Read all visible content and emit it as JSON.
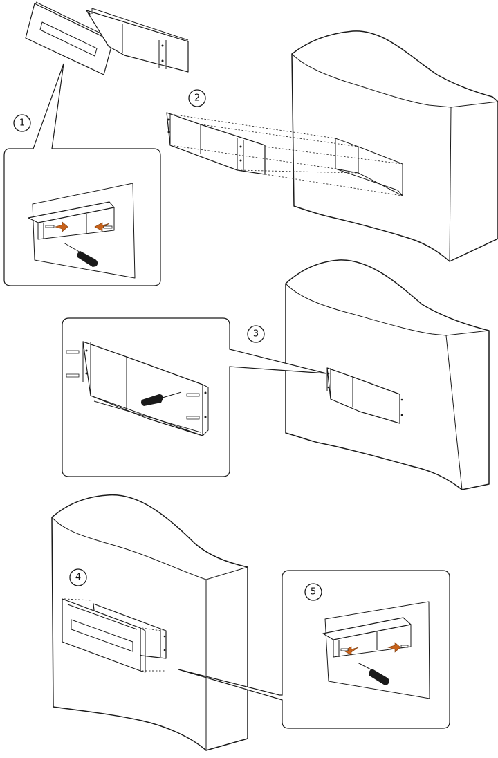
{
  "steps": [
    {
      "label": "1"
    },
    {
      "label": "2"
    },
    {
      "label": "3"
    },
    {
      "label": "4"
    },
    {
      "label": "5"
    }
  ],
  "colors": {
    "line": "#1a1a1a",
    "arrow": "#c8621a",
    "background": "#ffffff"
  }
}
